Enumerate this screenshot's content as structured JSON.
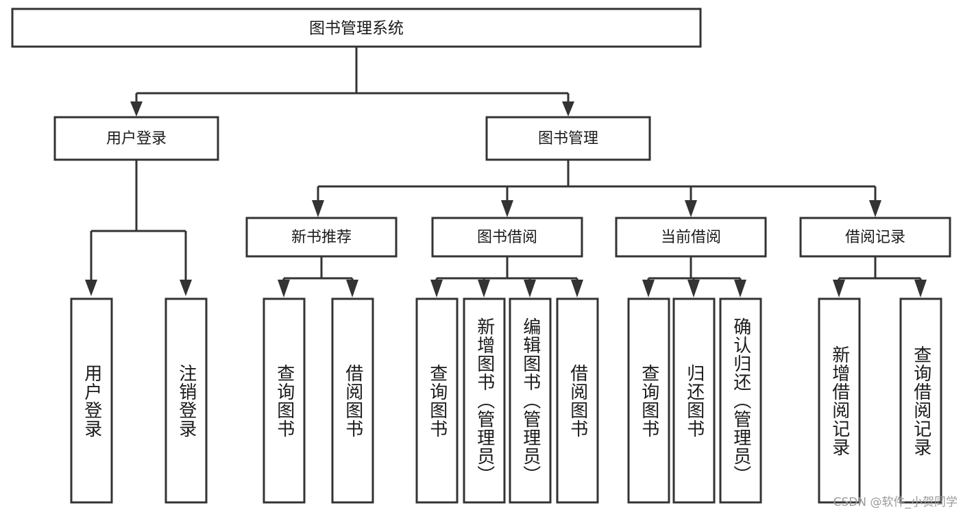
{
  "diagram": {
    "type": "tree-hierarchy-function-chart",
    "root": {
      "label": "图书管理系统"
    },
    "level2": [
      {
        "label": "用户登录"
      },
      {
        "label": "图书管理"
      }
    ],
    "level3": [
      {
        "label": "新书推荐"
      },
      {
        "label": "图书借阅"
      },
      {
        "label": "当前借阅"
      },
      {
        "label": "借阅记录"
      }
    ],
    "leaves": {
      "user_login": [
        {
          "label": "用户登录"
        },
        {
          "label": "注销登录"
        }
      ],
      "new_book_recommend": [
        {
          "label": "查询图书"
        },
        {
          "label": "借阅图书"
        }
      ],
      "book_borrow": [
        {
          "label": "查询图书"
        },
        {
          "label": "新增图书（管理员）"
        },
        {
          "label": "编辑图书（管理员）"
        },
        {
          "label": "借阅图书"
        }
      ],
      "current_borrow": [
        {
          "label": "查询图书"
        },
        {
          "label": "归还图书"
        },
        {
          "label": "确认归还（管理员）"
        }
      ],
      "borrow_record": [
        {
          "label": "新增借阅记录"
        },
        {
          "label": "查询借阅记录"
        }
      ]
    }
  },
  "watermark": {
    "text": "CSDN @软件_小贺同学"
  },
  "colors": {
    "stroke": "#333333",
    "fill": "#ffffff",
    "text": "#1a1a1a",
    "watermark": "#9a9a9a"
  }
}
